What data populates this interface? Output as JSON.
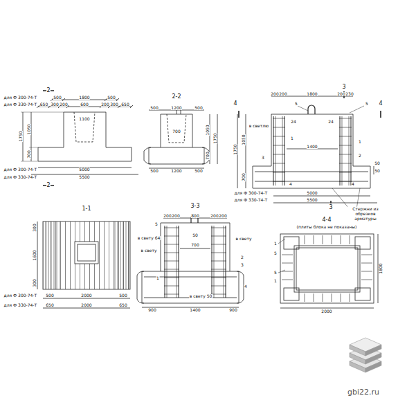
{
  "diagram": {
    "labels": [
      "2",
      "для Ф 300-74-Т",
      "500",
      "1800",
      "500",
      "для Ф 330-74-Т",
      "650",
      "300",
      "200",
      "600",
      "200",
      "300",
      "650",
      "1050",
      "1750",
      "700",
      "1100",
      "для Ф 300-74-Т",
      "5000",
      "для Ф 330-74-Т",
      "5500",
      "2",
      "2-2",
      "500",
      "1200",
      "500",
      "700",
      "1050",
      "1750",
      "700",
      "500",
      "1200",
      "500",
      "4",
      "4",
      "3",
      "200",
      "200",
      "1800",
      "200",
      "230",
      "5",
      "5",
      "в светлю",
      "1",
      "1",
      "24",
      "24",
      "1400",
      "3",
      "2",
      "1750",
      "1050",
      "700",
      "50",
      "50",
      "4",
      "4",
      "для Ф 300-74-Т",
      "5000",
      "для Ф 330-74-Т",
      "5500",
      "3",
      "Стержни из обрезков арматуры",
      "1-1",
      "300",
      "1600",
      "300",
      "для Ф 300-74-Т",
      "500",
      "2000",
      "500",
      "для Ф 330-74-Т",
      "650",
      "2000",
      "650",
      "3-3",
      "200",
      "200",
      "800",
      "200",
      "200",
      "5",
      "в свету 64",
      "50",
      "700",
      "в свету",
      "в свету",
      "2",
      "3",
      "1",
      "4",
      "в свету 50",
      "900",
      "1400",
      "900",
      "4-4",
      "(плиты блока не показаны)",
      "1",
      "5",
      "5",
      "1",
      "1800",
      "2000",
      "gbi22.ru"
    ]
  }
}
